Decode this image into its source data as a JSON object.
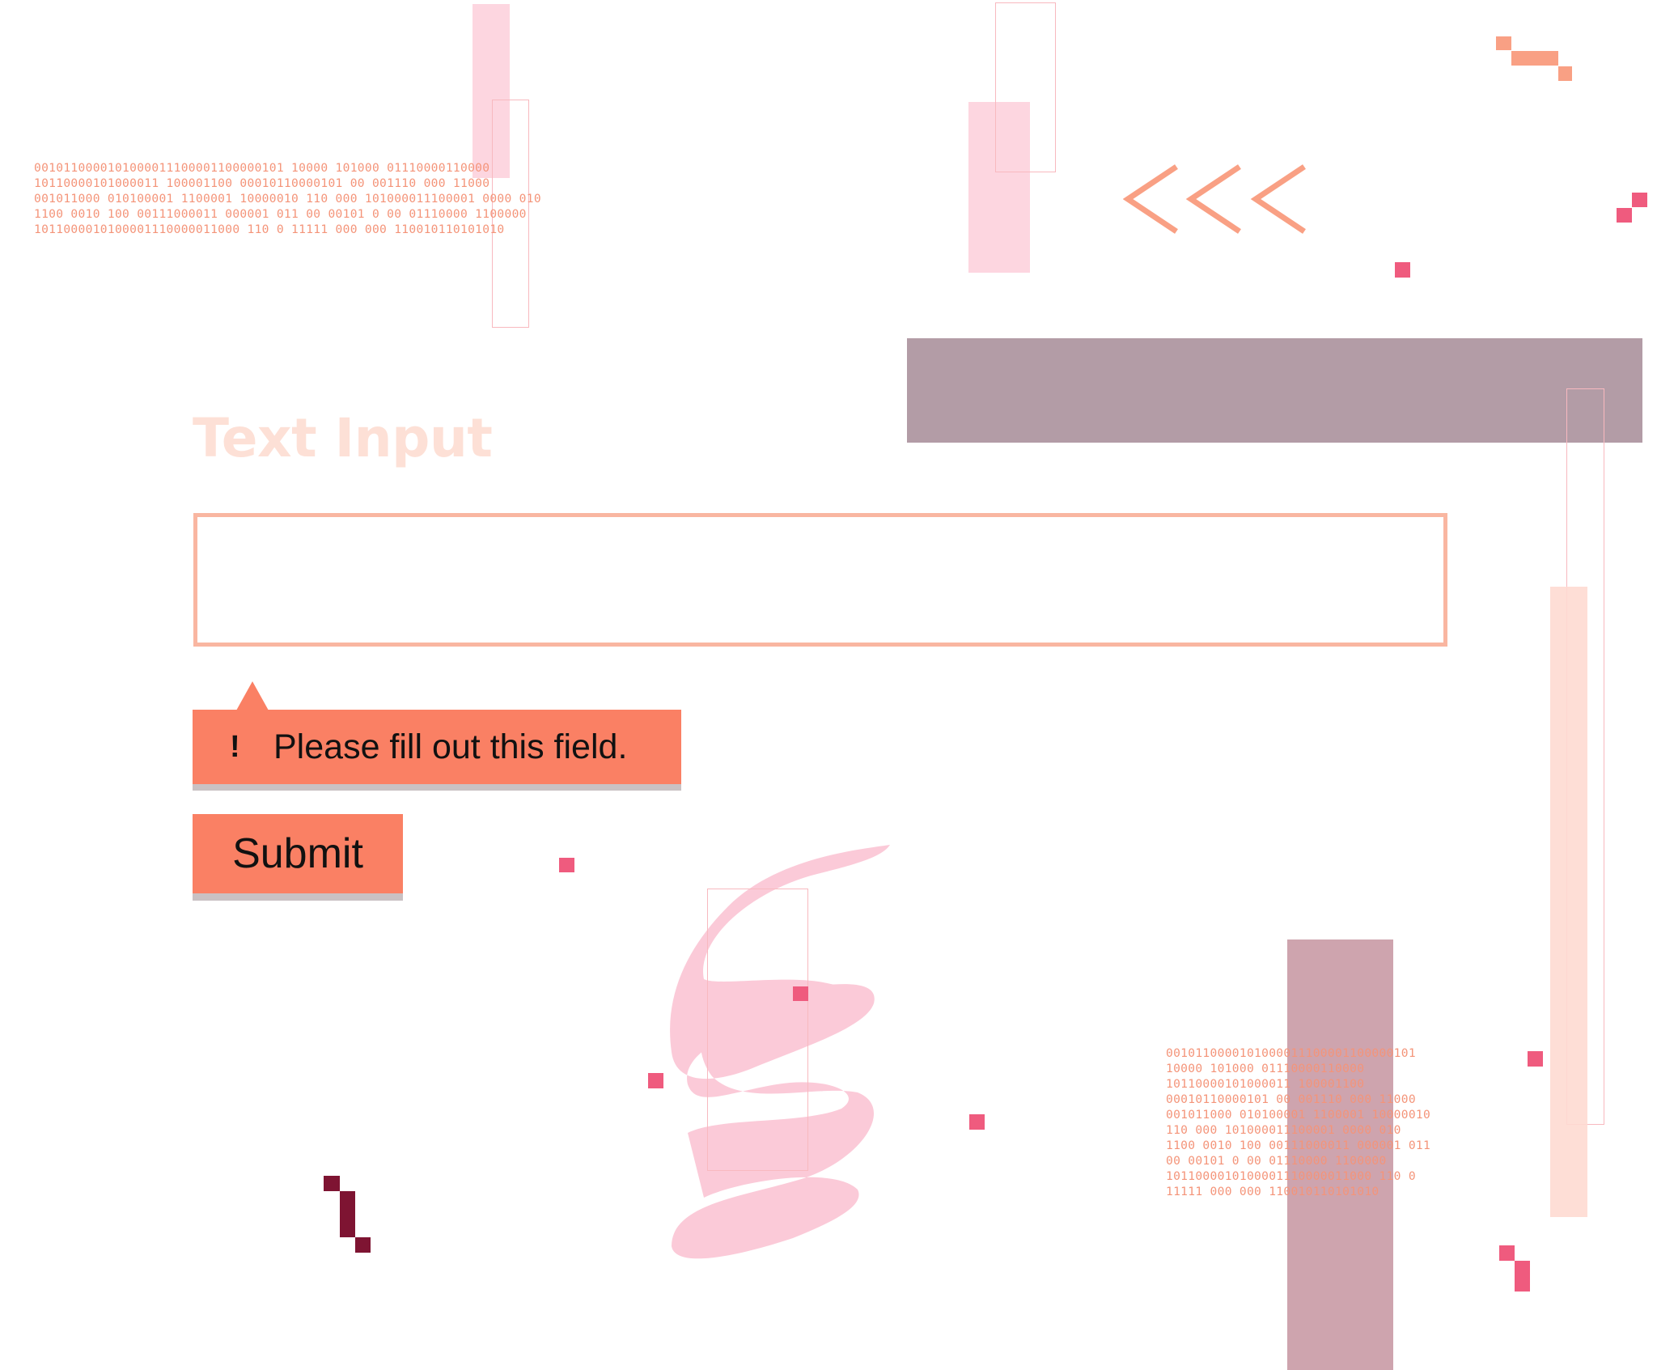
{
  "form": {
    "title": "Text Input",
    "input_value": "",
    "validation": {
      "icon": "!",
      "message": "Please fill out this field."
    },
    "submit_label": "Submit"
  },
  "decor": {
    "chevrons": "<<<",
    "binary_top": "0010110000101000011100001100000101 10000 101000 01110000110000\n10110000101000011 100001100 00010110000101 00 001110 000 11000\n001011000 010100001 1100001 10000010 110 000 101000011100001 0000 010\n1100 0010 100 00111000011 000001 011 00 00101 0 00 01110000 1100000\n1011000010100001110000011000 110 0 11111 000 000 110010110101010",
    "binary_bottom": "0010110000101000011100001100000101\n10000 101000 01110000110000\n10110000101000011 100001100\n00010110000101 00 001110 000 11000\n001011000 010100001 1100001 10000010\n110 000 101000011100001 0000 010\n1100 0010 100 00111000011 000001 011\n00 00101 0 00 01110000 1100000\n1011000010100001110000011000 110 0\n11111 000 000 110010110101010"
  },
  "colors": {
    "accent": "#fa8064",
    "input_border": "#f9b6a1",
    "title": "#fde0d6",
    "pixel_pink": "#ef5b7e",
    "pixel_dark": "#7e1432",
    "mauve": "#b39ca6"
  }
}
